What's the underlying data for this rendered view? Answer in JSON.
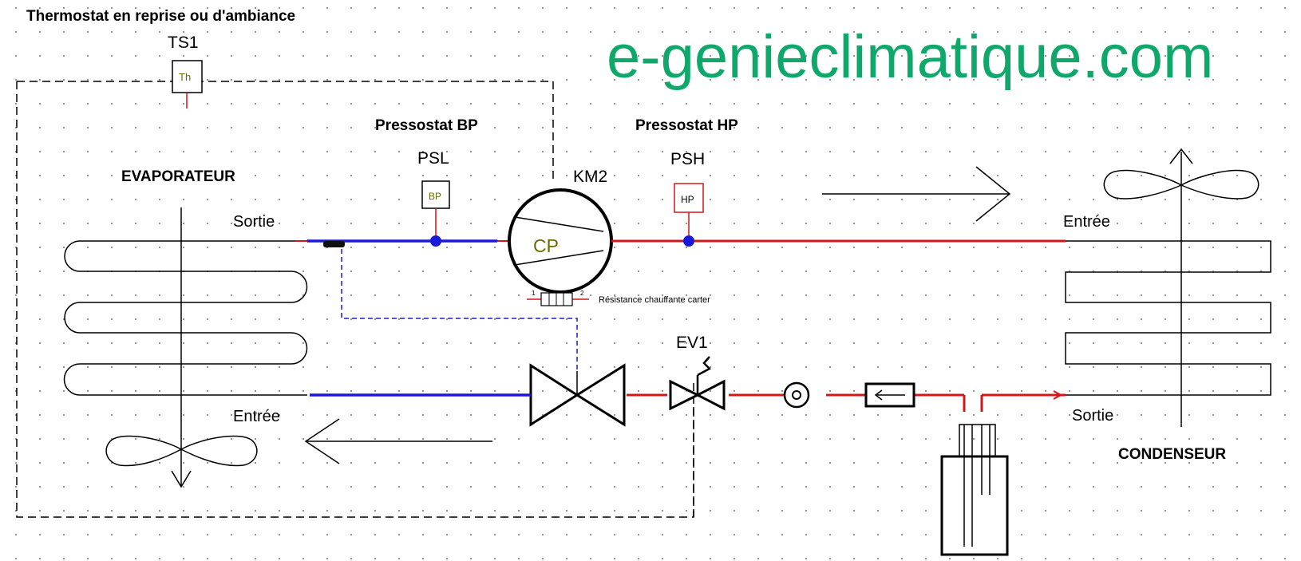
{
  "title": "Thermostat en reprise ou d'ambiance",
  "watermark": "e-genieclimatique.com",
  "labels": {
    "ts1": "TS1",
    "th": "Th",
    "pressostat_bp": "Pressostat BP",
    "psl": "PSL",
    "bp": "BP",
    "km2": "KM2",
    "cp": "CP",
    "pressostat_hp": "Pressostat HP",
    "psh": "PSH",
    "hp": "HP",
    "evaporateur": "EVAPORATEUR",
    "evap_sortie": "Sortie",
    "evap_entree": "Entrée",
    "cond_entree": "Entrée",
    "cond_sortie": "Sortie",
    "condenseur": "CONDENSEUR",
    "ev1": "EV1",
    "resistance": "Résistance chauffante carter",
    "res_pin1": "1",
    "res_pin2": "2"
  },
  "colors": {
    "low_pressure": "#1a1ad6",
    "high_pressure": "#d01818",
    "watermark": "#10a86a",
    "component_label": "#6b6b00"
  }
}
